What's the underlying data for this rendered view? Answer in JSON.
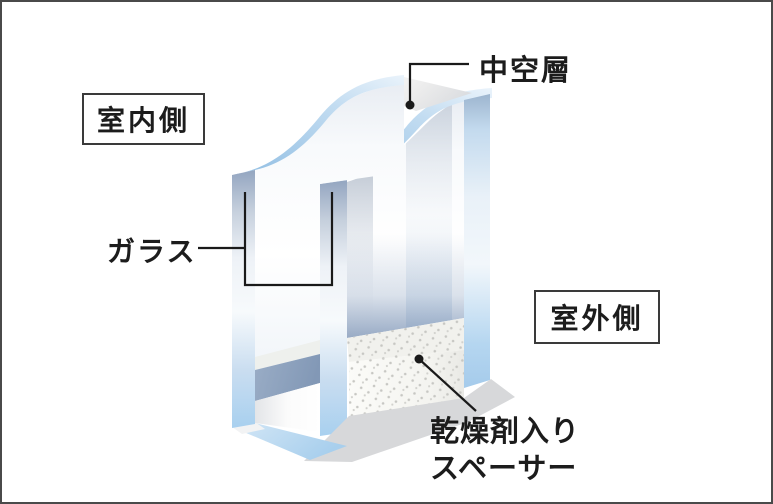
{
  "labels": {
    "indoor": {
      "text": "室内側"
    },
    "hollow_layer": {
      "text": "中空層"
    },
    "glass": {
      "text": "ガラス"
    },
    "outdoor": {
      "text": "室外側"
    },
    "spacer": {
      "line1": "乾燥剤入り",
      "line2": "スペーサー"
    }
  },
  "colors": {
    "wave_blue": "#a6cdeb",
    "edge_strip_blue": "#a9cfee",
    "pane_face_white": "#f7f9fb",
    "through_glass_slab": "#8ba0bc",
    "spacer_white": "#f7f7f4",
    "spacer_dot_gray": "#c7c7c3",
    "ground_shadow": "#d8d9db",
    "leader_line_black": "#1a1a1a",
    "frame_gray": "#4a4a4a",
    "label_box_border": "#3a3a3a"
  }
}
